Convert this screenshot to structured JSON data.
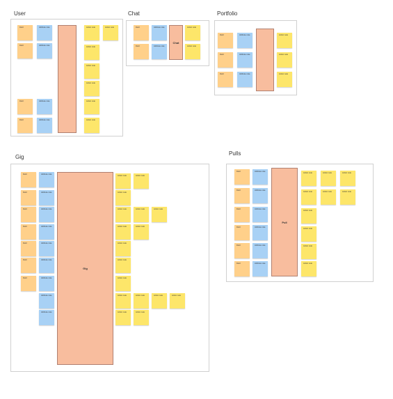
{
  "colors": {
    "orange": "#ffd08a",
    "blue": "#a8d1f5",
    "yellow": "#fde66a",
    "entity": "#f8bd9e"
  },
  "user": {
    "title": "User",
    "entity": "",
    "notes": [
      "Field",
      "Field",
      "Field",
      "Field",
      "Attribute note",
      "Attribute note",
      "Attribute note",
      "Attribute note",
      "Action note",
      "Action note",
      "Action note",
      "Action note",
      "Action note",
      "Action note",
      "Action note"
    ]
  },
  "chat": {
    "title": "Chat",
    "entity": "Chat",
    "notes": [
      "Field",
      "Field",
      "Attribute note",
      "Attribute note",
      "Action note",
      "Action note"
    ]
  },
  "portfolio": {
    "title": "Portfolio",
    "entity": "",
    "notes": [
      "Field",
      "Field",
      "Field",
      "Attribute note",
      "Attribute note",
      "Attribute note",
      "Action note",
      "Action note",
      "Action note"
    ]
  },
  "gig": {
    "title": "Gig",
    "entity": "Gig",
    "notes": [
      "Field",
      "Field",
      "Field",
      "Field",
      "Field",
      "Field",
      "Field",
      "Attribute note",
      "Attribute note",
      "Attribute note",
      "Attribute note",
      "Attribute note",
      "Attribute note",
      "Attribute note",
      "Attribute note",
      "Attribute note",
      "Action note",
      "Action note",
      "Action note",
      "Action note",
      "Action note",
      "Action note",
      "Action note",
      "Action note",
      "Action note",
      "Action note",
      "Action note",
      "Action note",
      "Action note",
      "Action note",
      "Action note",
      "Action note",
      "Action note"
    ]
  },
  "pulls": {
    "title": "Pulls",
    "entity": "Pull",
    "notes": [
      "Field",
      "Field",
      "Field",
      "Field",
      "Field",
      "Field",
      "Attribute note",
      "Attribute note",
      "Attribute note",
      "Attribute note",
      "Attribute note",
      "Attribute note",
      "Action note",
      "Action note",
      "Action note",
      "Action note",
      "Action note",
      "Action note",
      "Action note",
      "Action note",
      "Action note",
      "Action note"
    ]
  }
}
